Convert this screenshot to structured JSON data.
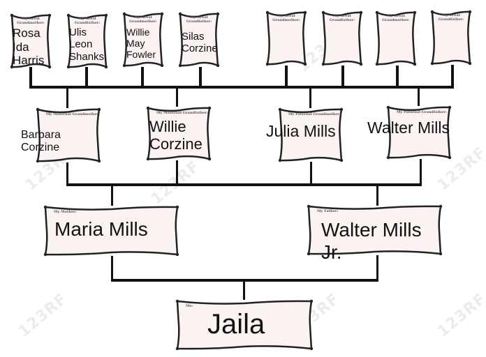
{
  "watermark": "123RF",
  "colors": {
    "box_fill": "#fbf2f2",
    "box_stroke": "#222222",
    "line": "#111111"
  },
  "great_grandparents": [
    {
      "label": "My Great Grandmother:",
      "name": "Rosa\nIda\nHarris"
    },
    {
      "label": "My Great Grandfather:",
      "name": "Ulis\nLeon\nShanks"
    },
    {
      "label": "My Great Grandmother:",
      "name": "Willie\nMay\nFowler"
    },
    {
      "label": "My Great Grandfather:",
      "name": "Silas\nCorzine"
    },
    {
      "label": "My Great Grandmother:",
      "name": ""
    },
    {
      "label": "My Great Grandfather:",
      "name": ""
    },
    {
      "label": "My Great Grandmother:",
      "name": ""
    },
    {
      "label": "My Great Grandfather:",
      "name": ""
    }
  ],
  "grandparents": [
    {
      "label": "My Maternal Grandmother:",
      "name": "Barbara Corzine"
    },
    {
      "label": "My Maternal Grandfather:",
      "name": "Willie\nCorzine"
    },
    {
      "label": "My Paternal Grandmother:",
      "name": "Julia Mills"
    },
    {
      "label": "My Paternal Grandfather:",
      "name": "Walter Mills"
    }
  ],
  "parents": [
    {
      "label": "My Mother:",
      "name": "Maria Mills"
    },
    {
      "label": "My Father:",
      "name": "Walter Mills\nJr."
    }
  ],
  "self": {
    "label": "Me:",
    "name": "Jaila"
  }
}
